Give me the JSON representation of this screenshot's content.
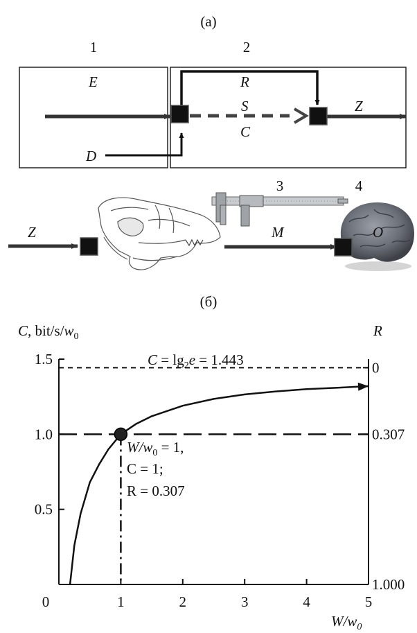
{
  "panel_a": {
    "label": "(a)",
    "block_numbers": [
      "1",
      "2",
      "3",
      "4"
    ],
    "signals": {
      "E": "E",
      "D": "D",
      "R": "R",
      "S": "S",
      "C": "C",
      "Z_out": "Z",
      "Z_in": "Z",
      "M": "M",
      "O": "O"
    }
  },
  "panel_b": {
    "label": "(б)"
  },
  "chart_data": {
    "type": "line",
    "ylabel_main": "C",
    "ylabel_unit": ", bit/s/",
    "ylabel_w": "w",
    "ylabel_sub": "0",
    "right_axis_label": "R",
    "xlabel_main": "W/w",
    "xlabel_sub": "0",
    "xlim": [
      0,
      5
    ],
    "ylim": [
      0,
      1.5
    ],
    "x_ticks": [
      "0",
      "1",
      "2",
      "3",
      "4",
      "5"
    ],
    "y_ticks": [
      "0.5",
      "1.0",
      "1.5"
    ],
    "right_ticks": [
      {
        "y": 1.443,
        "label": "0"
      },
      {
        "y": 1.0,
        "label": "0.307"
      },
      {
        "y": 0.0,
        "label": "1.000"
      }
    ],
    "asymptote": {
      "y": 1.443,
      "label_C": "C",
      "label_mid": " = lg",
      "label_sub": "2",
      "label_e": "e",
      "label_tail": " = 1.443"
    },
    "point": {
      "x": 1,
      "y": 1,
      "line1_main": "W/w",
      "line1_sub": "0",
      "line1_tail": " = 1,",
      "line2": "C = 1;",
      "line3": "R = 0.307"
    },
    "series": [
      {
        "x": [
          0.18,
          0.25,
          0.35,
          0.5,
          0.65,
          0.8,
          1.0,
          1.25,
          1.5,
          2.0,
          2.5,
          3.0,
          3.5,
          4.0,
          4.5,
          5.0
        ],
        "y": [
          0.0,
          0.26,
          0.47,
          0.68,
          0.8,
          0.9,
          1.0,
          1.07,
          1.12,
          1.19,
          1.235,
          1.265,
          1.285,
          1.3,
          1.31,
          1.32
        ]
      }
    ]
  }
}
